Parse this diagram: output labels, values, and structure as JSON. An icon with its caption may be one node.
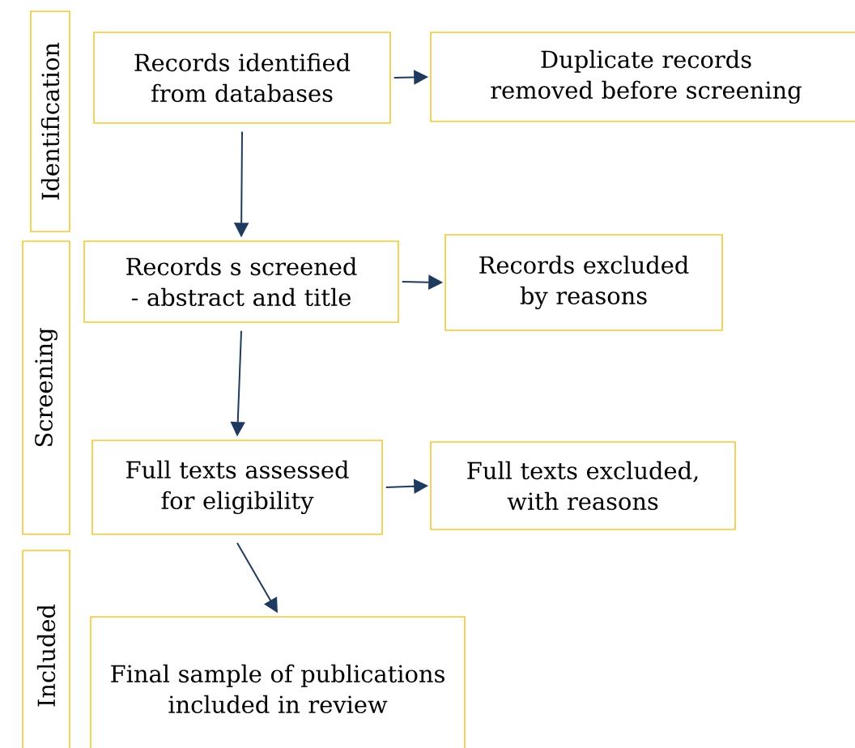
{
  "diagram": {
    "nodes": [
      {
        "text": [
          "Identification"
        ]
      },
      {
        "text": [
          "Screening"
        ]
      },
      {
        "text": [
          "Included"
        ]
      },
      {
        "text": [
          "Records identified from databases"
        ]
      },
      {
        "text": [
          "Duplicate records removed before screening"
        ]
      },
      {
        "text": [
          "Records s screened - abstract and title"
        ]
      },
      {
        "text": [
          "Records excluded by reasons"
        ]
      },
      {
        "text": [
          "Full texts assessed for eligibility"
        ]
      },
      {
        "text": [
          "Full texts excluded, with reasons"
        ]
      },
      {
        "text": [
          "Final sample of publications included in review"
        ]
      }
    ],
    "edges": [
      {
        "from": 3,
        "to": 4,
        "arrow": "to"
      },
      {
        "from": 3,
        "to": 5,
        "arrow": "to"
      },
      {
        "from": 5,
        "to": 6,
        "arrow": "to"
      },
      {
        "from": 5,
        "to": 7,
        "arrow": "to"
      },
      {
        "from": 7,
        "to": 8,
        "arrow": "to"
      },
      {
        "from": 7,
        "to": 9,
        "arrow": "to"
      }
    ]
  }
}
